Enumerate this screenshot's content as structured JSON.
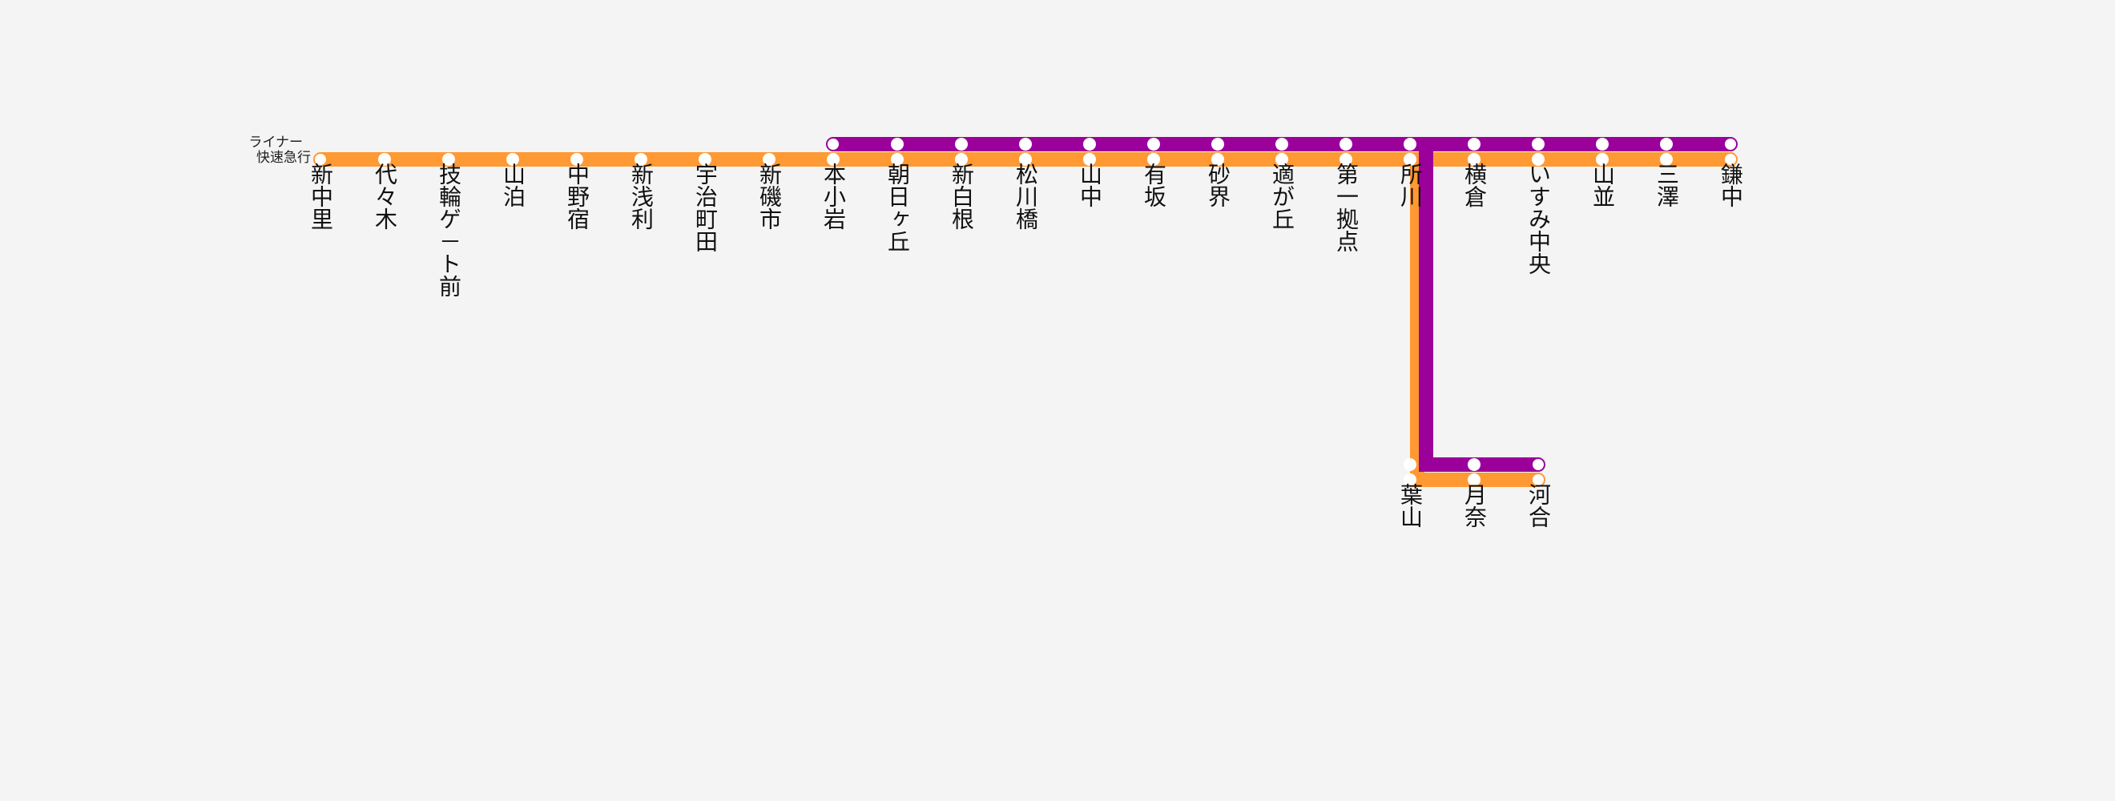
{
  "colors": {
    "background": "#f4f4f4",
    "liner": "#9b009b",
    "rapid_express": "#ff9933",
    "stop": "#ffffff"
  },
  "services": {
    "liner": "ライナー",
    "rapid_express": "快速急行"
  },
  "trunk_stations": [
    {
      "name": "新中里",
      "liner": false,
      "rapid": "terminal"
    },
    {
      "name": "代々木",
      "liner": false,
      "rapid": "stop"
    },
    {
      "name": "技輪ゲ－ト前",
      "liner": false,
      "rapid": "stop"
    },
    {
      "name": "山泊",
      "liner": false,
      "rapid": "stop"
    },
    {
      "name": "中野宿",
      "liner": false,
      "rapid": "stop"
    },
    {
      "name": "新浅利",
      "liner": false,
      "rapid": "stop"
    },
    {
      "name": "宇治町田",
      "liner": false,
      "rapid": "stop"
    },
    {
      "name": "新磯市",
      "liner": false,
      "rapid": "stop"
    },
    {
      "name": "本小岩",
      "liner": "terminal",
      "rapid": "stop"
    },
    {
      "name": "朝日ヶ丘",
      "liner": "stop",
      "rapid": "stop"
    },
    {
      "name": "新白根",
      "liner": "stop",
      "rapid": "stop"
    },
    {
      "name": "松川橋",
      "liner": "stop",
      "rapid": "stop"
    },
    {
      "name": "山中",
      "liner": "stop",
      "rapid": "stop"
    },
    {
      "name": "有坂",
      "liner": "stop",
      "rapid": "stop"
    },
    {
      "name": "砂界",
      "liner": "stop",
      "rapid": "stop"
    },
    {
      "name": "適が丘",
      "liner": "stop",
      "rapid": "stop"
    },
    {
      "name": "第一拠点",
      "liner": "stop",
      "rapid": "stop"
    },
    {
      "name": "所川",
      "liner": "stop",
      "rapid": "stop"
    },
    {
      "name": "横倉",
      "liner": "stop",
      "rapid": "stop"
    },
    {
      "name": "いすみ中央",
      "liner": "stop",
      "rapid": "stop"
    },
    {
      "name": "山並",
      "liner": "stop",
      "rapid": "stop"
    },
    {
      "name": "三澤",
      "liner": "stop",
      "rapid": "stop"
    },
    {
      "name": "鎌中",
      "liner": "terminal",
      "rapid": "terminal"
    }
  ],
  "branch_after_station": "第一拠点",
  "branch_stations": [
    {
      "name": "葉山",
      "liner": "stop",
      "rapid": "stop"
    },
    {
      "name": "月奈",
      "liner": "stop",
      "rapid": "stop"
    },
    {
      "name": "河合",
      "liner": "terminal",
      "rapid": "terminal"
    }
  ]
}
